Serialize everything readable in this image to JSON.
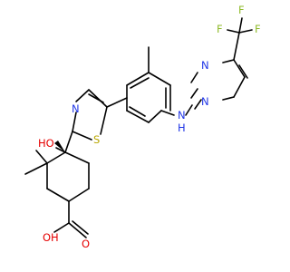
{
  "atoms": {
    "F": "F",
    "N": "N",
    "NH": "N",
    "H": "H",
    "S": "S",
    "O": "O",
    "HO": "HO",
    "OH": "OH"
  },
  "colors": {
    "bond": "#000000",
    "fluorine": "#8fba2b",
    "nitrogen": "#1f35e6",
    "sulfur": "#b8a600",
    "oxygen": "#e60000"
  }
}
